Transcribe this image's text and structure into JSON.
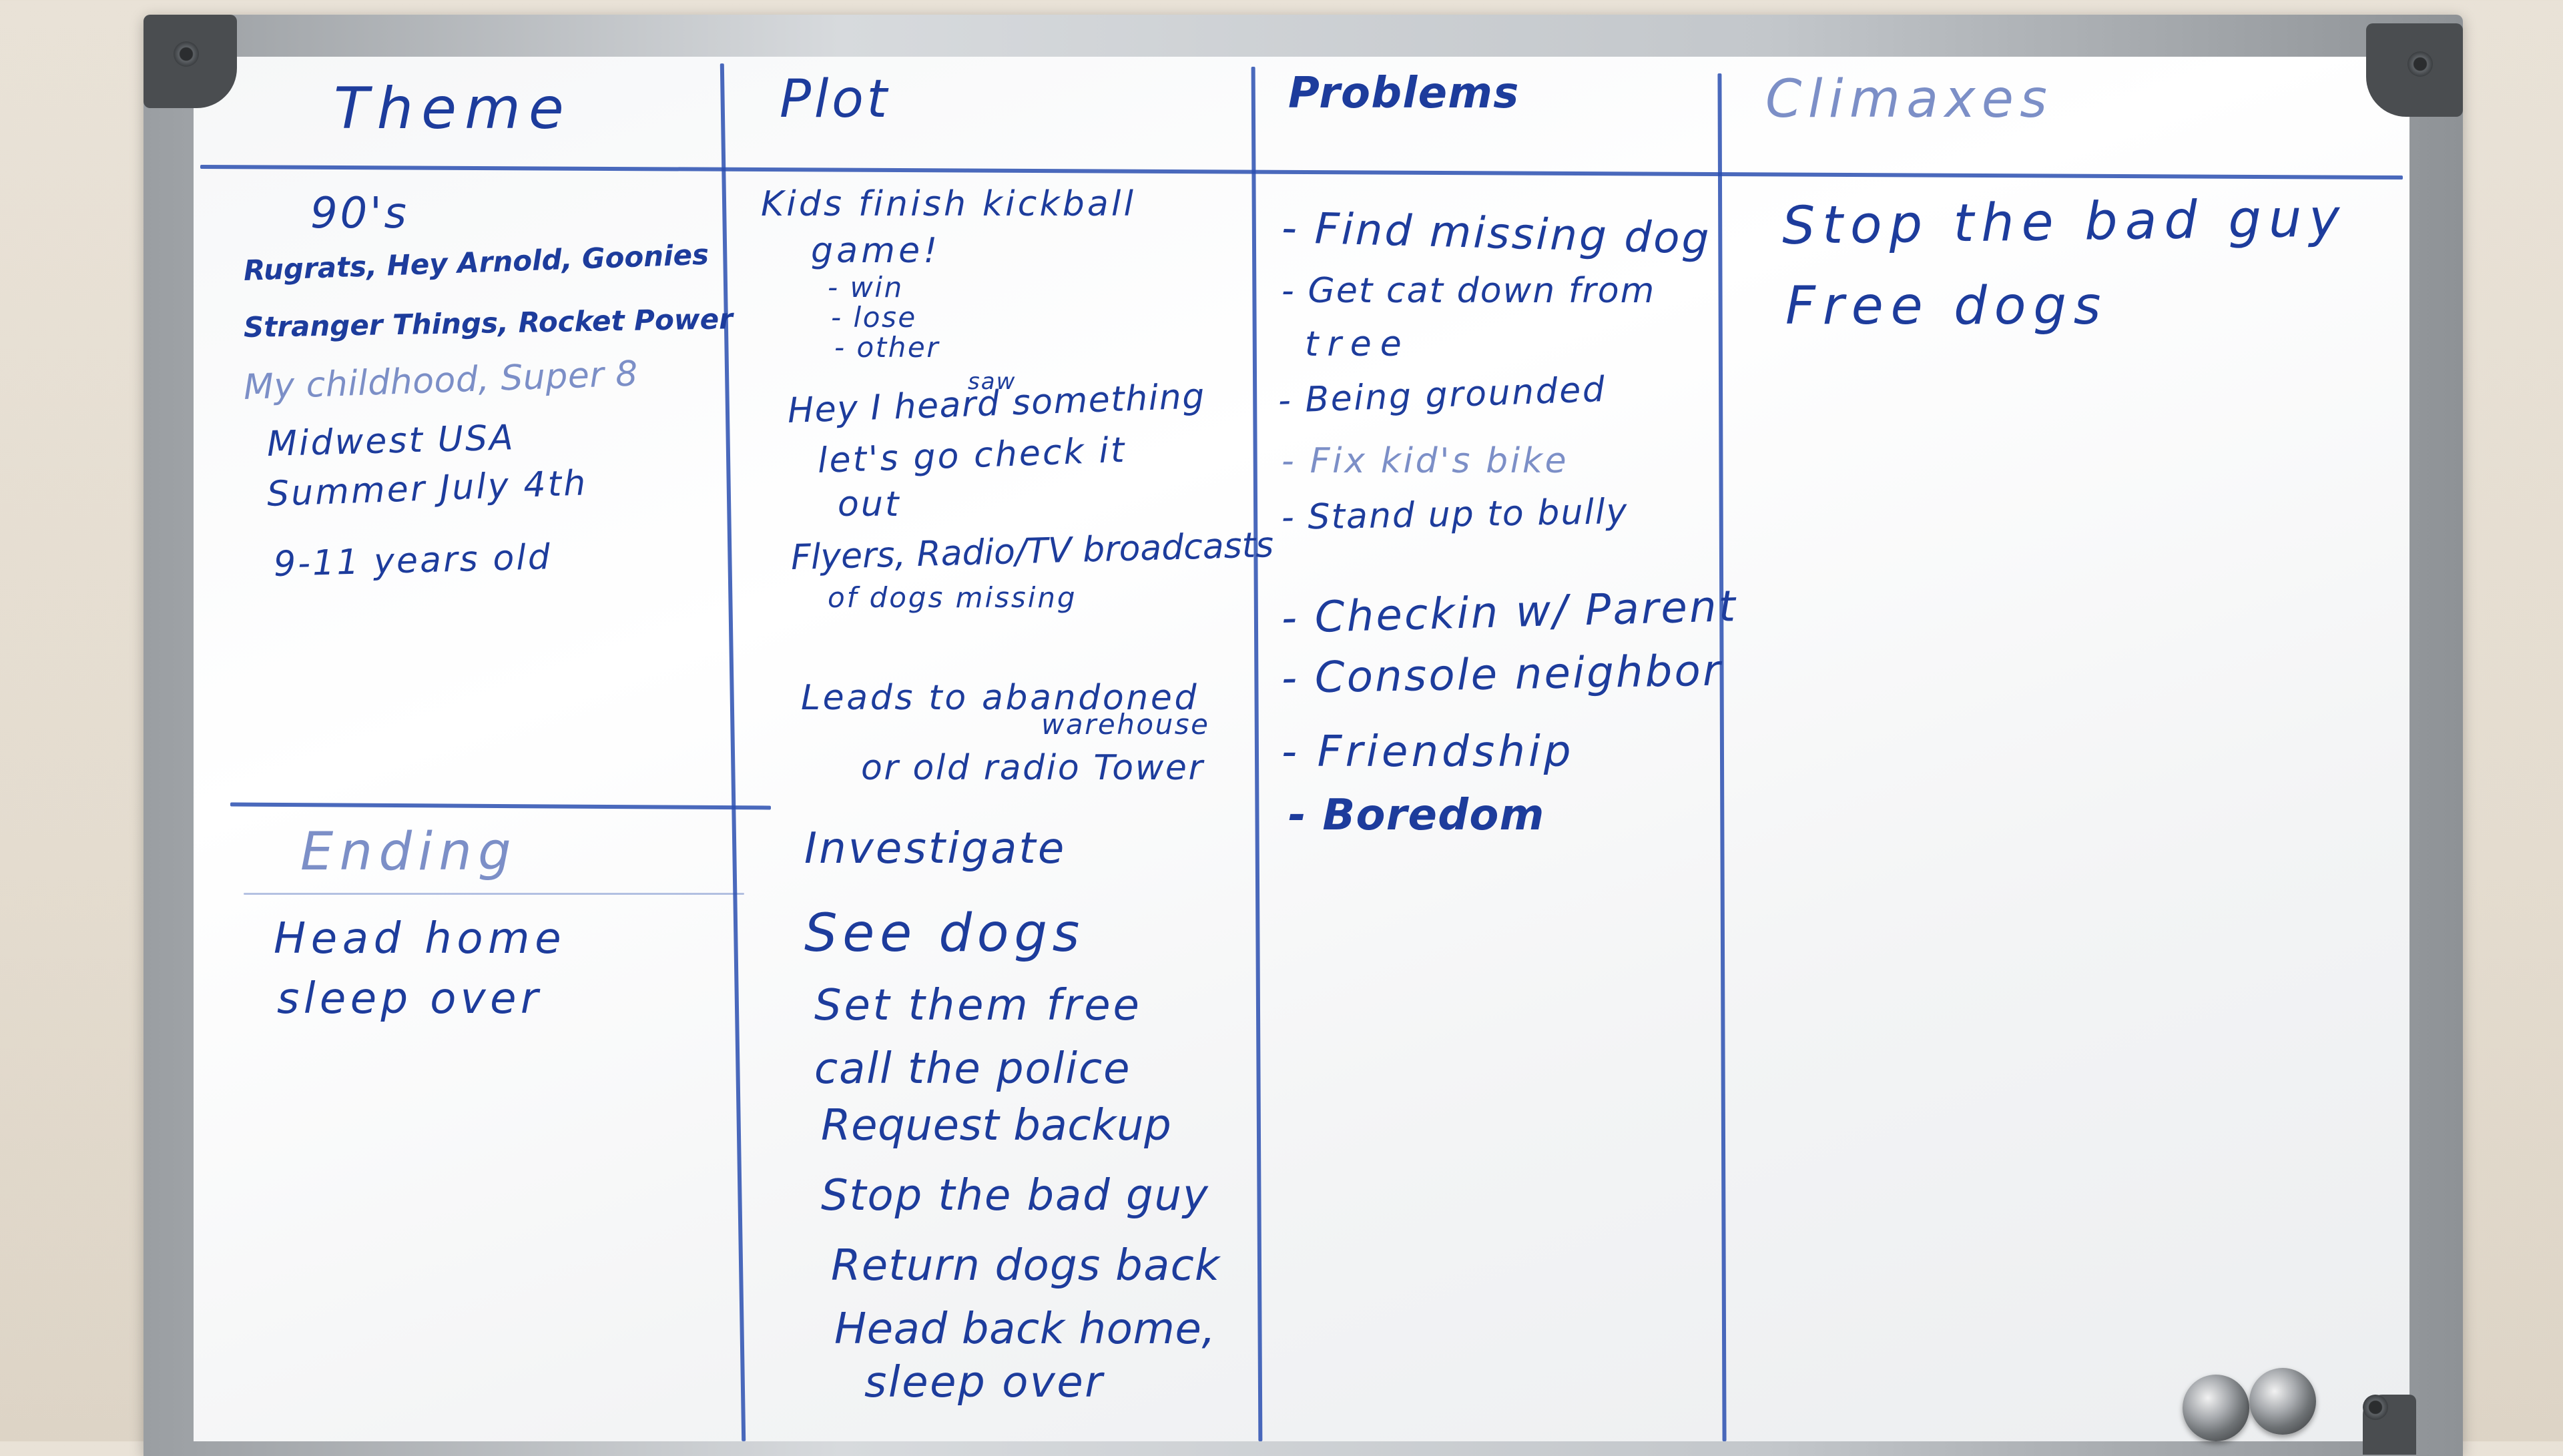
{
  "headers": {
    "theme": "Theme",
    "plot": "Plot",
    "problems": "Problems",
    "climaxes": "Climaxes",
    "ending": "Ending"
  },
  "theme": {
    "items": [
      "90's",
      "Rugrats, Hey Arnold, Goonies",
      "Stranger Things, Rocket Power",
      "My childhood, Super 8",
      "Midwest USA",
      "Summer July 4th",
      "9-11 years old"
    ]
  },
  "ending": {
    "items": [
      "Head home",
      "sleep over"
    ]
  },
  "plot": {
    "kickball": "Kids finish kickball",
    "game": "game!",
    "outcomes": [
      "- win",
      "- lose",
      "- other"
    ],
    "saw": "saw",
    "hey": "Hey I heard something",
    "lets": "let's go check it",
    "out": "out",
    "flyers": "Flyers, Radio/TV broadcasts",
    "dogs_missing": "of dogs missing",
    "leads": "Leads to abandoned",
    "warehouse": "warehouse",
    "tower": "or old radio Tower",
    "steps": [
      "Investigate",
      "See dogs",
      "Set them free",
      "call the police",
      "Request backup",
      "Stop the bad guy",
      "Return dogs back",
      "Head back home,",
      "sleep over"
    ]
  },
  "problems": {
    "items": [
      "- Find missing dog",
      "- Get cat down from",
      "tree",
      "- Being grounded",
      "- Fix kid's bike",
      "- Stand up to bully",
      "- Checkin w/ Parent",
      "- Console neighbor",
      "- Friendship",
      "- Boredom"
    ]
  },
  "climaxes": {
    "items": [
      "Stop the bad guy",
      "Free dogs"
    ]
  },
  "colors": {
    "marker": "#1d3c9c",
    "board": "#f6f7f8",
    "wall": "#e6dfd3"
  }
}
